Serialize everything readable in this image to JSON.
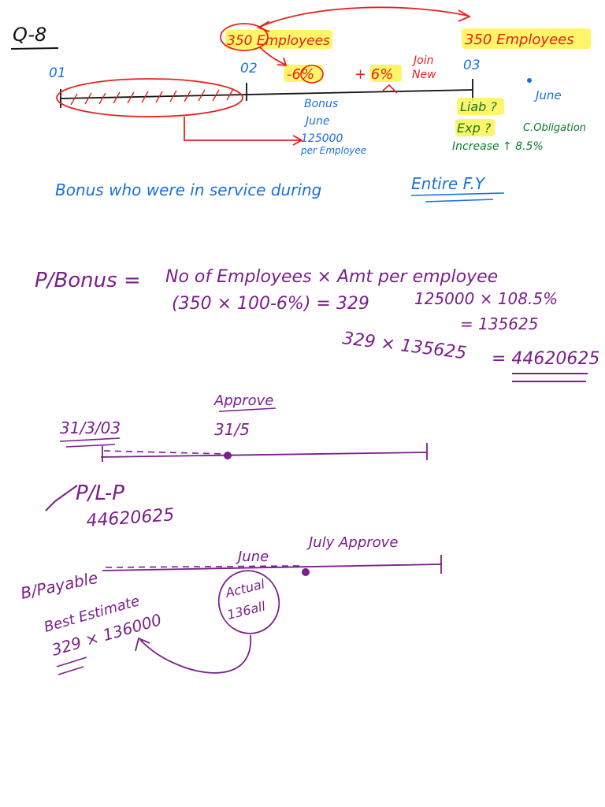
{
  "question_label": "Q-8",
  "timeline1": {
    "tick_labels": [
      "01",
      "02",
      "03"
    ],
    "employees_start": "350 Employees",
    "employees_end": "350 Employees",
    "leavers": "-6%",
    "joiners": "+ 6%",
    "join_new_line1": "Join",
    "join_new_line2": "New",
    "bonus_note": [
      "Bonus",
      "June",
      "125000",
      "per Employee"
    ],
    "dot_label": "June",
    "questions": [
      "Liab ?",
      "Exp ?"
    ],
    "obligation_note": "C.Obligation",
    "increase_note": "Increase ↑ 8.5%",
    "bonus_statement": "Bonus who were in service during",
    "entire_fy": "Entire F.Y"
  },
  "calculation": {
    "lhs": "P/Bonus =",
    "formula": "No of Employees × Amt per employee",
    "employees_calc": "(350 × 100-6%) = 329",
    "amount_calc": "125000 × 108.5%",
    "amount_result": "= 135625",
    "product": "329 × 135625",
    "total": "= 44620625"
  },
  "timeline2": {
    "date_label": "31/3/03",
    "approve_label": "Approve",
    "approve_date": "31/5",
    "entry_label": "P/L-P",
    "entry_amount": "44620625"
  },
  "timeline3": {
    "june_label": "June",
    "july_label": "July Approve",
    "payable_label": "B/Payable",
    "best_estimate": "Best Estimate",
    "best_estimate_calc": "329 × 136000",
    "actual_label": "Actual",
    "actual_value": "136all"
  },
  "colors": {
    "ink_black": "#111111",
    "ink_red": "#e8201c",
    "ink_blue": "#1a6fe0",
    "ink_purple": "#7a1f8c",
    "ink_green": "#0f7a2a",
    "highlight": "#fff34d"
  }
}
